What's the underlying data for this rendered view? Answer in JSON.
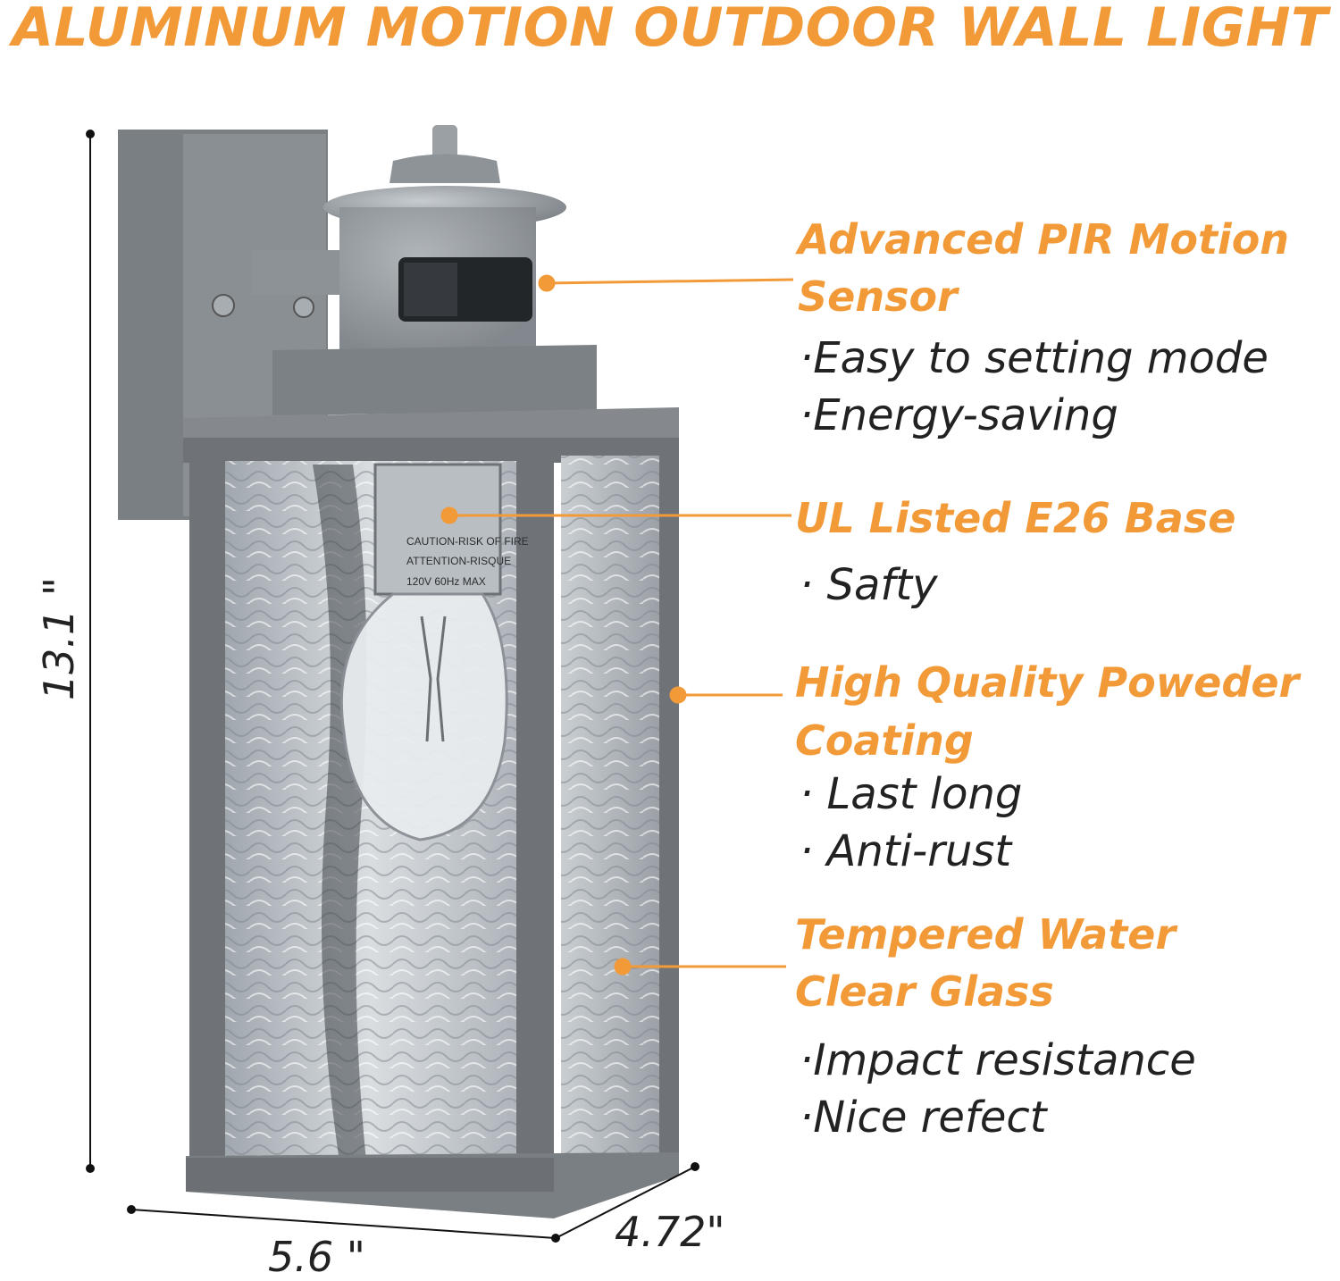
{
  "title": "ALUMINUM MOTION OUTDOOR WALL LIGHT",
  "features": [
    {
      "heading": [
        "Advanced PIR Motion",
        "Sensor"
      ],
      "bullets": [
        "·Easy to setting mode",
        "·Energy-saving"
      ]
    },
    {
      "heading": [
        "UL Listed E26 Base"
      ],
      "bullets": [
        "· Safty"
      ]
    },
    {
      "heading": [
        "High Quality Poweder",
        "Coating"
      ],
      "bullets": [
        "· Last long",
        "· Anti-rust"
      ]
    },
    {
      "heading": [
        "Tempered Water",
        " Clear Glass"
      ],
      "bullets": [
        "·Impact  resistance",
        "·Nice refect"
      ]
    }
  ],
  "dimensions": {
    "height": "13.1 \"",
    "width": "5.6 \"",
    "depth": "4.72\""
  },
  "base_text": [
    "CAUTION-RISK OF FIRE",
    "ATTENTION-RISQUE",
    "120V 60Hz  MAX"
  ],
  "colors": {
    "accent": "#f39a38",
    "frame": "#707478",
    "text": "#222222"
  }
}
